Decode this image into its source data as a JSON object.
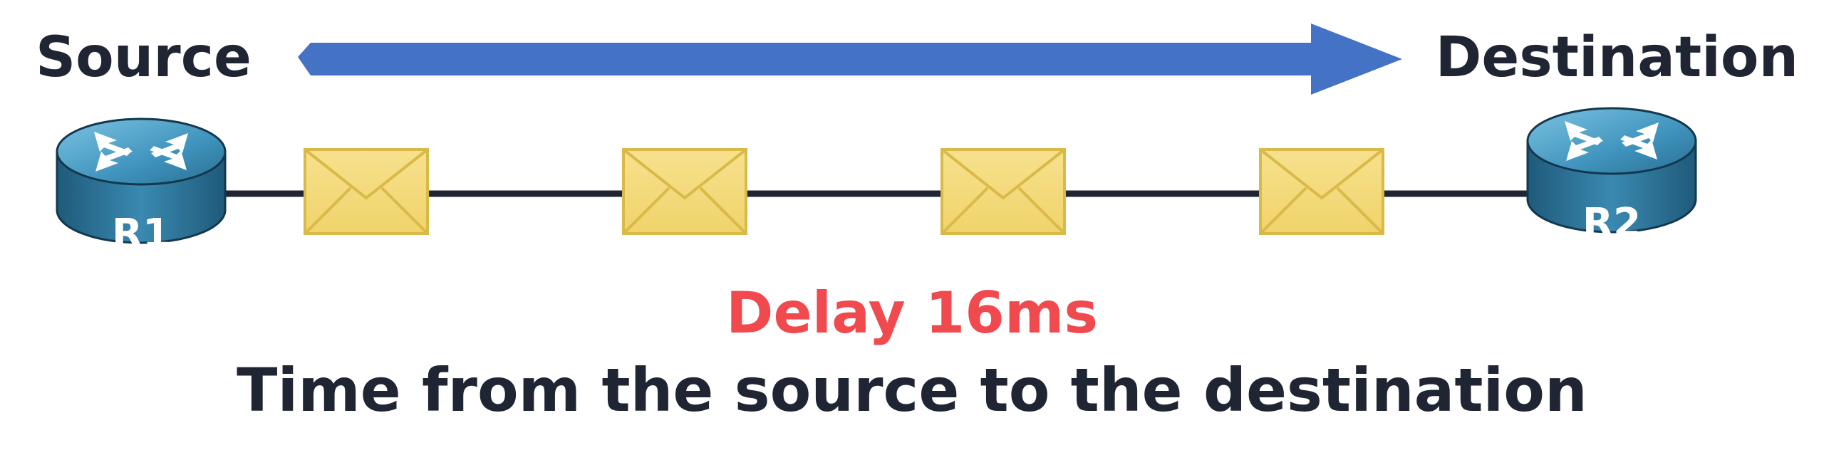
{
  "source_label": "Source",
  "destination_label": "Destination",
  "routers": [
    {
      "name": "R1"
    },
    {
      "name": "R2"
    }
  ],
  "packets_count": 4,
  "delay_text": "Delay 16ms",
  "caption": "Time from the source to the destination",
  "colors": {
    "arrow": "#4472c4",
    "delay_text": "#f04a4f",
    "text": "#1f2532",
    "envelope": "#f5dc82",
    "router": "#3e8ab0"
  },
  "icons": {
    "router": "router-icon",
    "packet": "envelope-icon",
    "direction": "arrow-right-icon"
  }
}
